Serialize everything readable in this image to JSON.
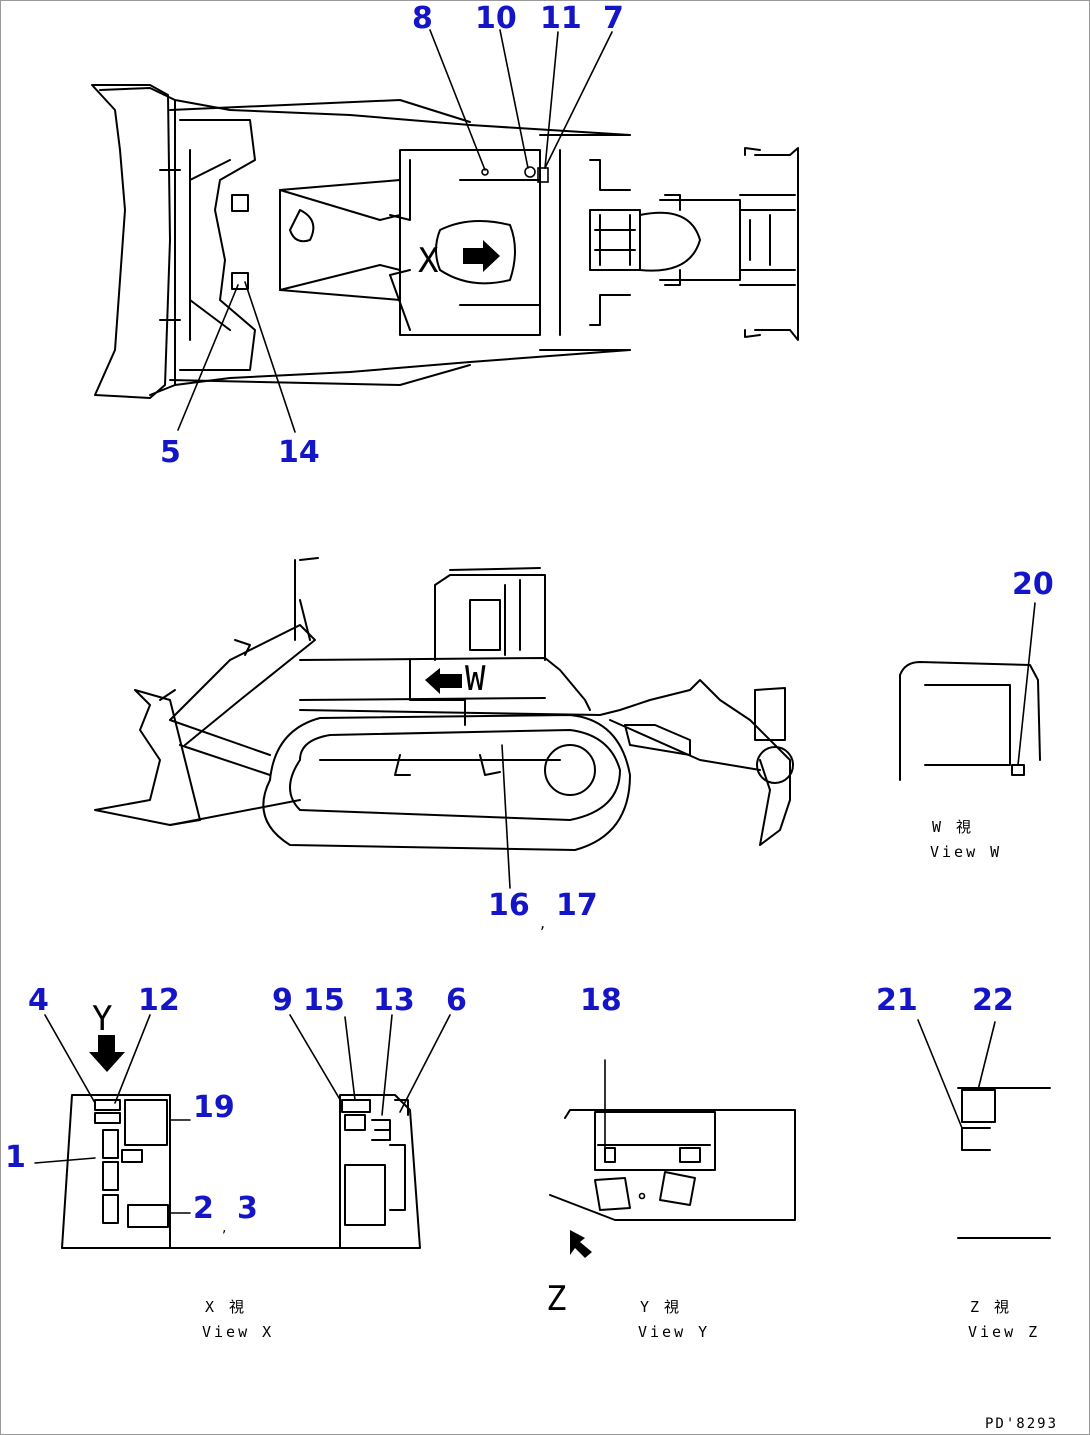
{
  "drawing_code": "PD'8293",
  "callouts": {
    "top": [
      "8",
      "10",
      "11",
      "7",
      "5",
      "14"
    ],
    "side": [
      "20",
      "16",
      "17"
    ],
    "bottom": [
      "4",
      "12",
      "19",
      "1",
      "2",
      "3",
      "9",
      "15",
      "13",
      "6",
      "18",
      "21",
      "22"
    ]
  },
  "view_letters": {
    "x": "X",
    "w": "W",
    "y": "Y",
    "z": "Z"
  },
  "captions": {
    "view_w": {
      "jp": "W 視",
      "en": "View W"
    },
    "view_x": {
      "jp": "X 視",
      "en": "View X"
    },
    "view_y": {
      "jp": "Y 視",
      "en": "View Y"
    },
    "view_z": {
      "jp": "Z 視",
      "en": "View Z"
    }
  }
}
